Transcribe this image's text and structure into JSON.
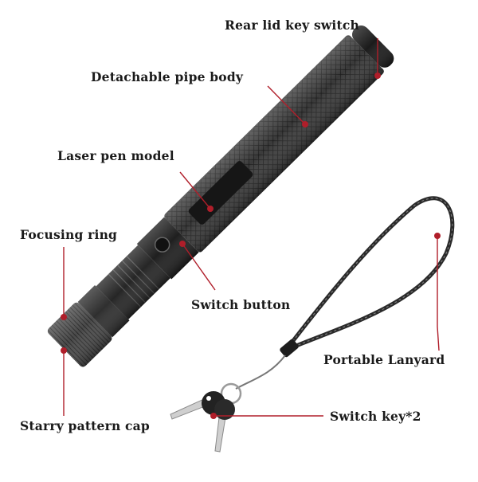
{
  "labels": {
    "rear_lid": "Rear lid key switch",
    "pipe_body": "Detachable pipe body",
    "laser_model": "Laser pen model",
    "focusing_ring": "Focusing ring",
    "switch_button": "Switch button",
    "lanyard": "Portable Lanyard",
    "switch_key": "Switch key*2",
    "starry_cap": "Starry pattern cap"
  },
  "colors": {
    "callout": "#b01e2a",
    "body": "#2b2b2b",
    "text": "#1a1a1a"
  }
}
